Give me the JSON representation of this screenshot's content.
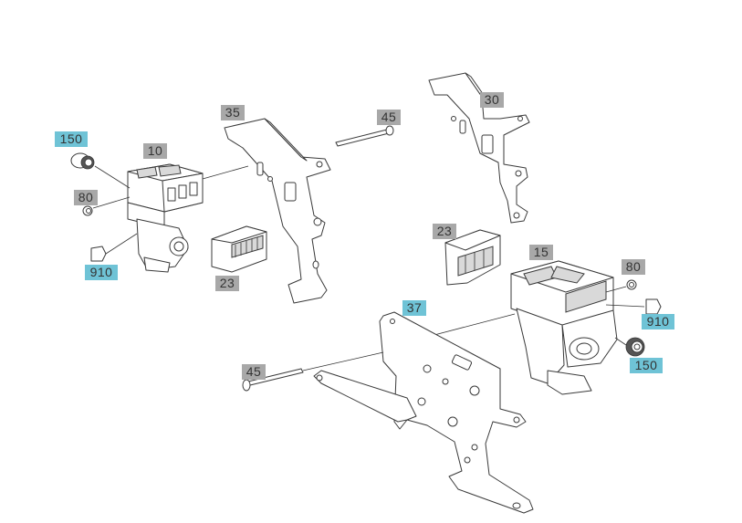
{
  "callouts": {
    "c150a": "150",
    "c10": "10",
    "c80a": "80",
    "c910a": "910",
    "c35": "35",
    "c45a": "45",
    "c30": "30",
    "c23a": "23",
    "c23b": "23",
    "c15": "15",
    "c80b": "80",
    "c910b": "910",
    "c150b": "150",
    "c37": "37",
    "c45b": "45"
  },
  "colors": {
    "grey_label": "#a8a8a8",
    "blue_label": "#6fc3d6"
  }
}
